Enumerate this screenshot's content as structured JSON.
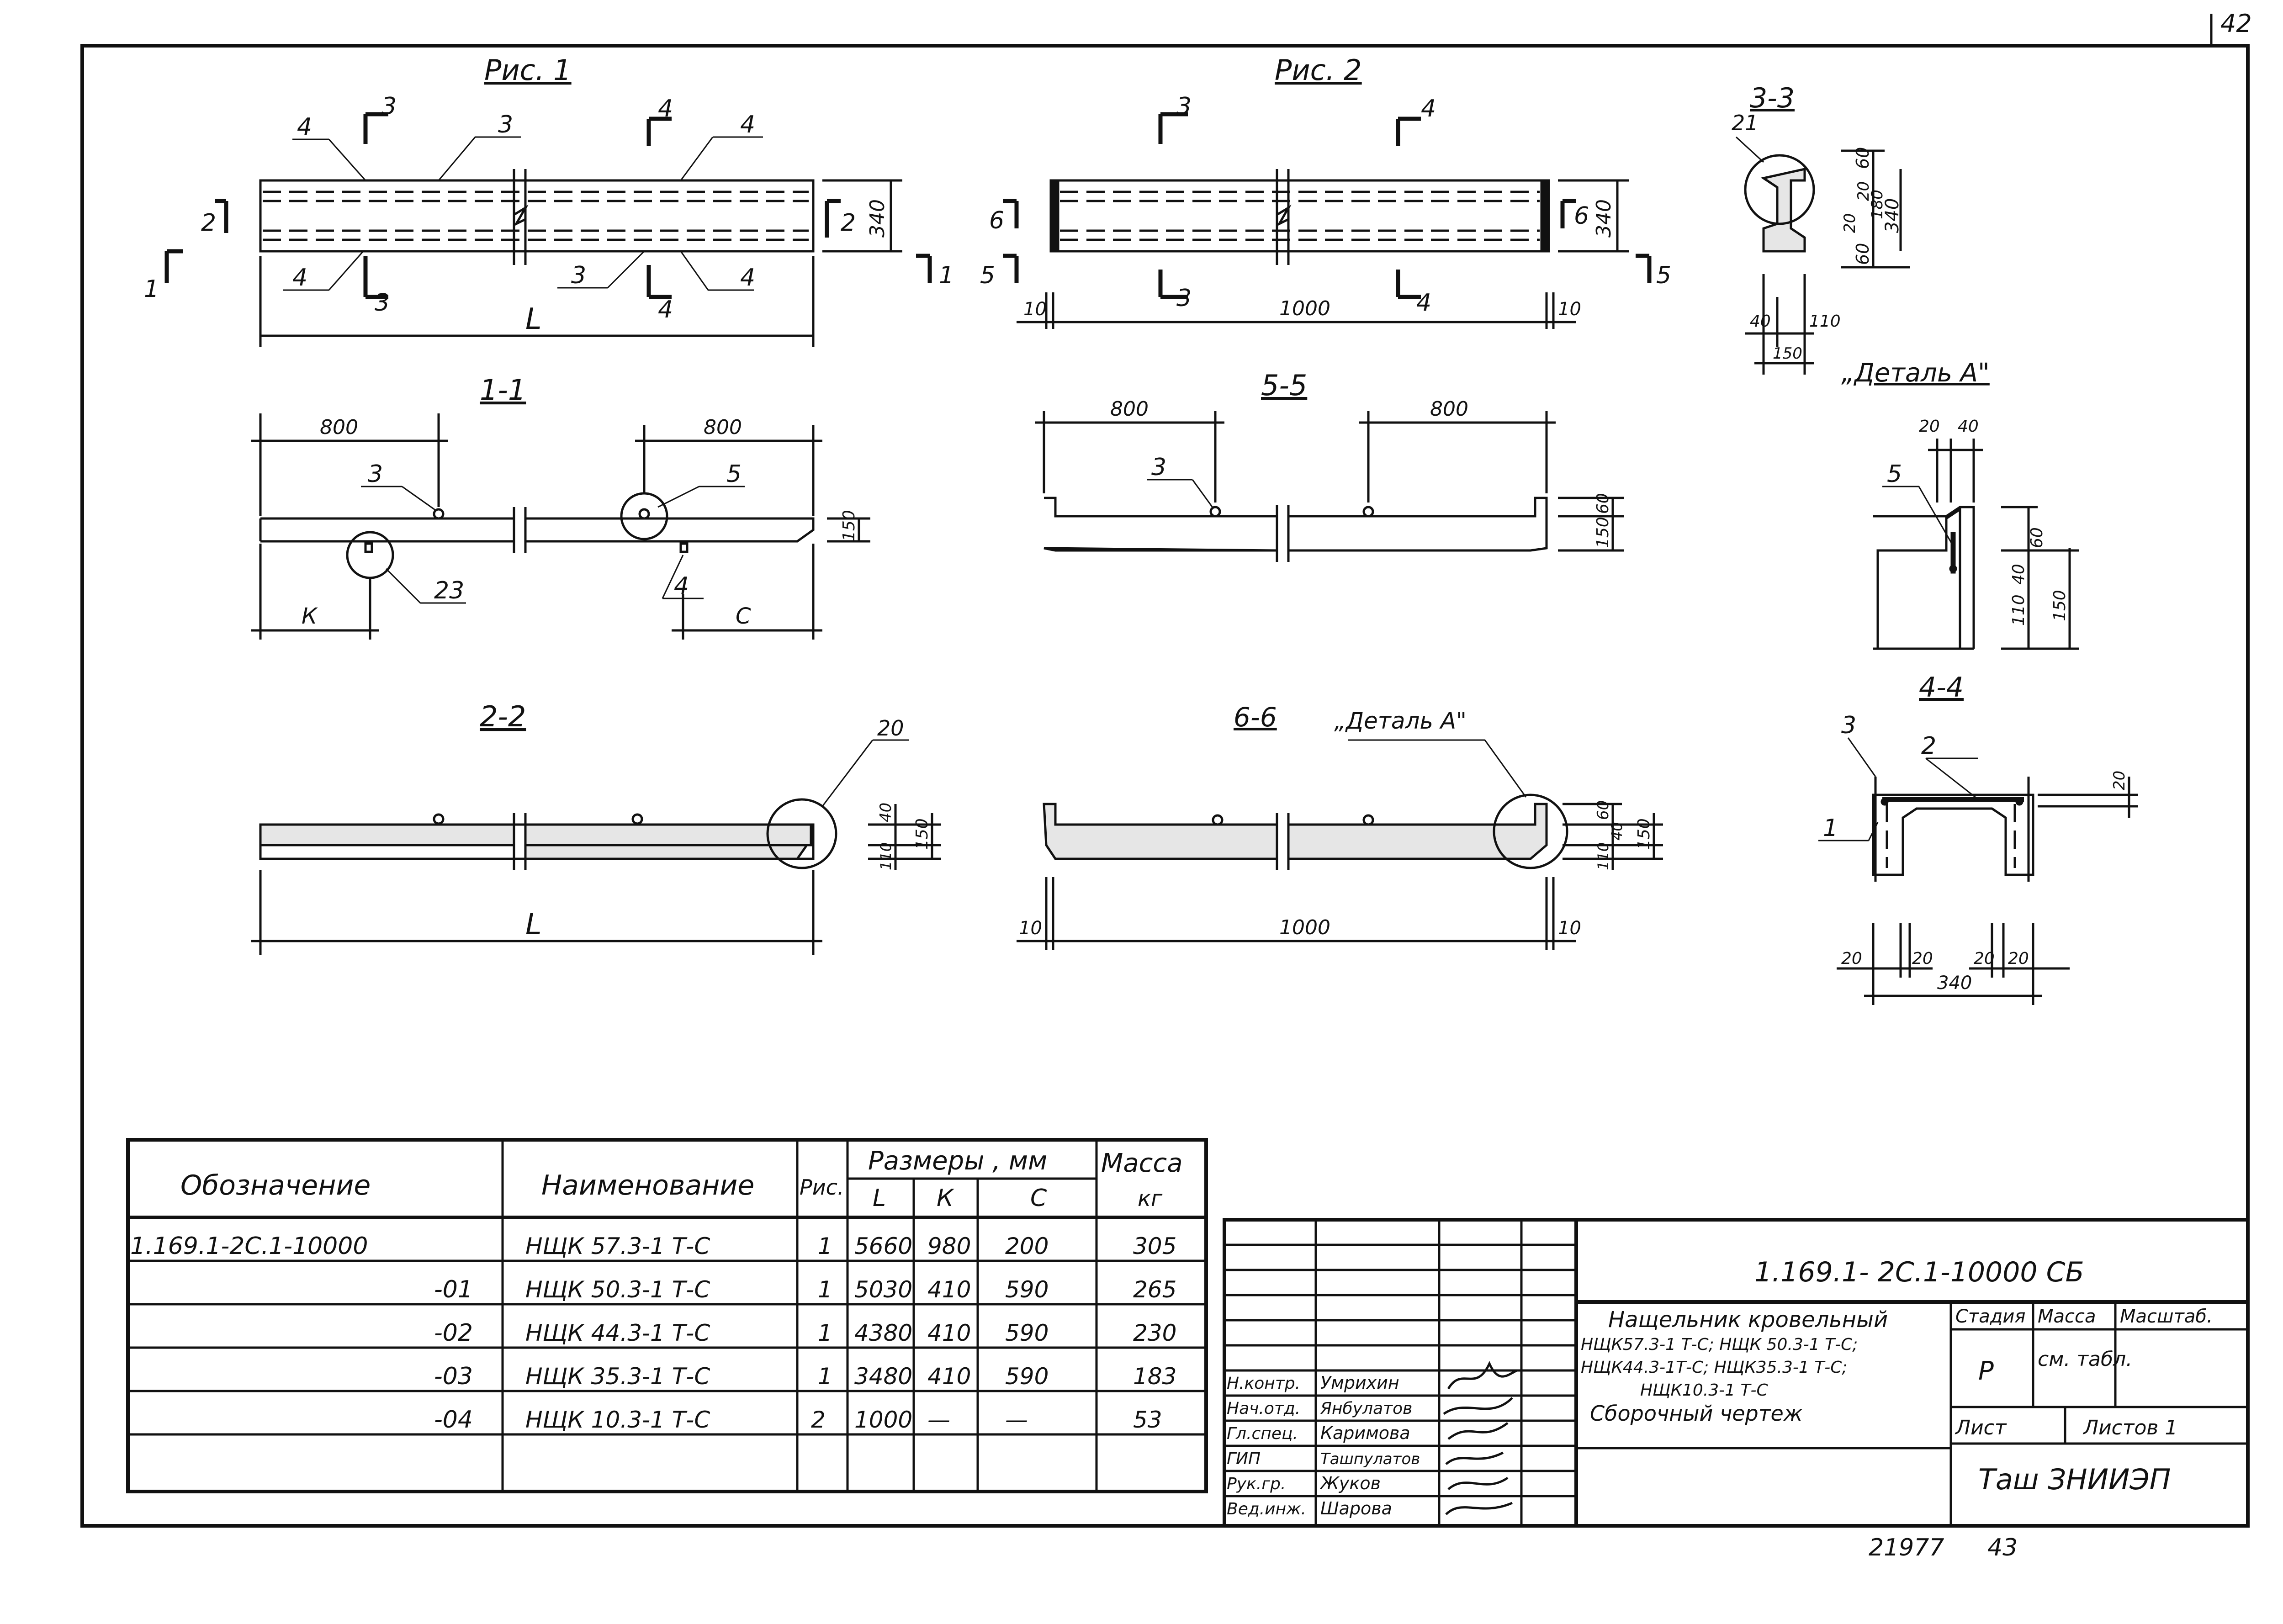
{
  "sheet_number_top": "42",
  "bottom_numbers": {
    "inv": "21977",
    "page": "43"
  },
  "views": {
    "fig1": {
      "title": "Рис. 1",
      "length_label": "L",
      "height_dim": "340",
      "callouts": [
        "4",
        "3",
        "3",
        "4",
        "4",
        "4",
        "3",
        "4",
        "4",
        "3"
      ],
      "sections": [
        "1",
        "2",
        "2",
        "1"
      ]
    },
    "fig2": {
      "title": "Рис. 2",
      "len_main": "1000",
      "len_end_left": "10",
      "len_end_right": "10",
      "height_dim": "340",
      "callouts": [
        "3",
        "4",
        "3",
        "4"
      ],
      "sections": [
        "6",
        "5",
        "6",
        "5"
      ]
    },
    "sec33": {
      "title": "3-3",
      "callout": "21",
      "dims_vertical": [
        "60",
        "20",
        "20",
        "180",
        "60",
        "340"
      ],
      "dims_horizontal": [
        "40",
        "110",
        "150"
      ]
    },
    "sec11": {
      "title": "1-1",
      "dim_left": "800",
      "dim_right": "800",
      "dim_k": "К",
      "dim_c": "С",
      "dim_h": "150",
      "callouts": [
        "3",
        "5",
        "23",
        "4"
      ]
    },
    "sec55": {
      "title": "5-5",
      "dim_left": "800",
      "dim_right": "800",
      "dims_h": [
        "60",
        "150"
      ],
      "callout": "3"
    },
    "detailA": {
      "title": "„Деталь А\"",
      "dims_top": [
        "20",
        "40"
      ],
      "dims_side": [
        "40",
        "60",
        "110",
        "150"
      ],
      "callout": "5"
    },
    "sec22": {
      "title": "2-2",
      "length_label": "L",
      "dims_h": [
        "40",
        "110",
        "150"
      ],
      "callout": "20"
    },
    "sec66": {
      "title": "6-6",
      "subtitle": "„Деталь А\"",
      "len_main": "1000",
      "len_end_left": "10",
      "len_end_right": "10",
      "dims_h": [
        "60",
        "40",
        "110",
        "150"
      ]
    },
    "sec44": {
      "title": "4-4",
      "callouts": [
        "3",
        "2",
        "1"
      ],
      "dim_top": "20",
      "dims_bottom": [
        "20",
        "20",
        "20",
        "20"
      ],
      "width": "340"
    }
  },
  "spec_table": {
    "headers": {
      "designation": "Обозначение",
      "name": "Наименование",
      "fig": "Рис.",
      "sizes": "Размеры , мм",
      "L": "L",
      "K": "К",
      "C": "С",
      "mass": "Масса",
      "mass_unit": "кг"
    },
    "rows": [
      {
        "designation": "1.169.1-2С.1-10000",
        "name": "НЩК 57.3-1 Т-С",
        "fig": "1",
        "L": "5660",
        "K": "980",
        "C": "200",
        "mass": "305"
      },
      {
        "designation": "-01",
        "name": "НЩК 50.3-1 Т-С",
        "fig": "1",
        "L": "5030",
        "K": "410",
        "C": "590",
        "mass": "265"
      },
      {
        "designation": "-02",
        "name": "НЩК 44.3-1 Т-С",
        "fig": "1",
        "L": "4380",
        "K": "410",
        "C": "590",
        "mass": "230"
      },
      {
        "designation": "-03",
        "name": "НЩК 35.3-1 Т-С",
        "fig": "1",
        "L": "3480",
        "K": "410",
        "C": "590",
        "mass": "183"
      },
      {
        "designation": "-04",
        "name": "НЩК 10.3-1 Т-С",
        "fig": "2",
        "L": "1000",
        "K": "—",
        "C": "—",
        "mass": "53"
      }
    ]
  },
  "title_block": {
    "doc_code": "1.169.1- 2С.1-10000 СБ",
    "title": "Нащельник кровельный",
    "items": [
      "НЩК57.3-1 Т-С;  НЩК 50.3-1 Т-С;",
      "НЩК44.3-1Т-С;  НЩК35.3-1 Т-С;",
      "НЩК10.3-1 Т-С"
    ],
    "drawing_type": "Сборочный  чертеж",
    "stage_label": "Стадия",
    "mass_label": "Масса",
    "scale_label": "Масштаб.",
    "stage": "Р",
    "mass": "см. табл.",
    "sheet_label": "Лист",
    "sheets_label": "Листов 1",
    "org": "Таш ЗНИИЭП",
    "signatures": [
      {
        "role": "Н.контр.",
        "name": "Умрихин"
      },
      {
        "role": "Нач.отд.",
        "name": "Янбулатов"
      },
      {
        "role": "Гл.спец.",
        "name": "Каримова"
      },
      {
        "role": "ГИП",
        "name": "Ташпулатов"
      },
      {
        "role": "Рук.гр.",
        "name": "Жуков"
      },
      {
        "role": "Вед.инж.",
        "name": "Шарова"
      }
    ]
  }
}
